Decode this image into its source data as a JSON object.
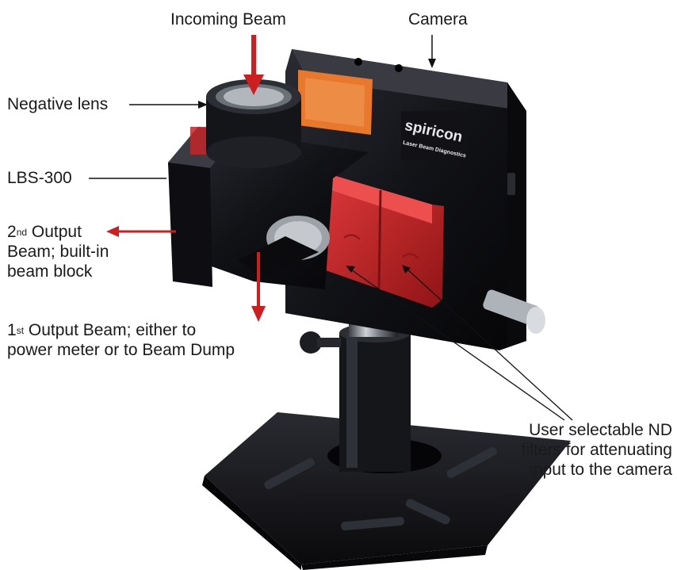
{
  "labels": {
    "incoming_beam": "Incoming Beam",
    "camera": "Camera",
    "negative_lens": "Negative lens",
    "lbs": "LBS-300",
    "second_output_num": "2",
    "second_output_sup": "nd",
    "second_output_line1": " Output",
    "second_output_line2": "Beam; built-in",
    "second_output_line3": "beam block",
    "first_output_num": "1",
    "first_output_sup": "st",
    "first_output_line1": " Output Beam; either to",
    "first_output_line2": "power meter or to Beam Dump",
    "nd_line1": "User selectable ND",
    "nd_line2": "filters for attenuating",
    "nd_line3": "input to the camera"
  },
  "device": {
    "logo": "spiricon",
    "logo_sub": "Laser Beam Diagnostics"
  },
  "colors": {
    "beam_arrow": "#cc1f1f",
    "leader_line": "#111111",
    "device_body": "#121216",
    "filter_red": "#c4262a",
    "warning_label": "#e8782c"
  }
}
